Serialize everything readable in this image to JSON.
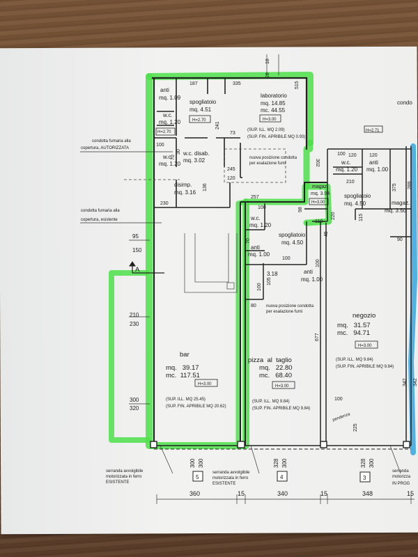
{
  "top_dims": {
    "d187": "187",
    "d335": "335",
    "d515": "515",
    "d18": "18",
    "d28": "28"
  },
  "rooms": {
    "anti_top": {
      "name": "anti",
      "mq": "mq. 1.09"
    },
    "spogliatoio_bar": {
      "name": "spogliatoio",
      "mq": "mq. 4.51",
      "h": "H=2.70"
    },
    "laboratorio": {
      "name": "laboratorio",
      "mq": "mq. 14.85",
      "mc": "mc. 44.55",
      "h": "H=3.00"
    },
    "wc_bar": {
      "name": "w.c.",
      "mq": "mq. 1.20",
      "h": "H=2.70"
    },
    "wc_bar2": {
      "name": "w.c.",
      "mq": "mq. 1.20"
    },
    "wc_disab": {
      "name": "w.c. disab.",
      "mq": "mq. 3.02"
    },
    "disimp": {
      "name": "disimp.",
      "mq": "mq. 3.16"
    },
    "magaz_center": {
      "name": "magaz.",
      "mq": "mq. 3.04",
      "h": "H=3.00"
    },
    "wc_center": {
      "name": "w.c.",
      "mq": "mq. 1.20"
    },
    "anti_center": {
      "name": "anti",
      "mq": "mq. 1.00"
    },
    "spogliatoio_center": {
      "name": "spogliatoio",
      "mq": "mq. 4.50"
    },
    "anti_center2": {
      "name": "anti",
      "mq": "mq. 1.00"
    },
    "room_318": {
      "mq": "3.18"
    },
    "wc_right": {
      "name": "w.c.",
      "mq": "mq. 1.20"
    },
    "anti_right": {
      "name": "anti",
      "mq": "mq. 1.00"
    },
    "spogliatoio_right": {
      "name": "spogliatoio",
      "mq": "mq. 4.50"
    },
    "magaz_right": {
      "name": "magaz.",
      "mq": "mq. 3.50"
    },
    "bar": {
      "name": "bar",
      "mq": "mq.   39.17",
      "mc": "mc.  117.51",
      "h": "H=3.00",
      "sup_ill": "(SUP. ILL. MQ 25.45)",
      "sup_fin": "(SUP. FIN. APRIBILE MQ 20.62)"
    },
    "pizza": {
      "name": "pizza  al  taglio",
      "mq": "mq.   22.80",
      "mc": "mc.   68.40",
      "h": "H=3.00",
      "sup_ill": "(SUP. ILL. MQ 9.84)",
      "sup_fin": "(SUP. FIN. APRIBILE MQ 9.84)"
    },
    "negozio": {
      "name": "negozio",
      "mq": "mq.   31.57",
      "mc": "mc.   94.71",
      "h": "H=3.00",
      "sup_ill": "(SUP. ILL. MQ 9.84)",
      "sup_fin": "(SUP. FIN. APRIBILE MQ 9.84)"
    },
    "lab_sup_ill": "(SUP. ILL. MQ 2.09)",
    "lab_sup_fin": "(SUP. FIN. APRIBILE MQ 0.93)",
    "h_271": "H=2.71"
  },
  "notes": {
    "condotta_aut_1": "condotta fumaria alla",
    "condotta_aut_2": "copertura, AUTORIZZATA",
    "condotta_es_1": "condotta fumaria alla",
    "condotta_es_2": "copertura, esistente",
    "nuova_1a": "nuova posizione condotta",
    "nuova_1b": "per esalazione fumi",
    "nuova_2a": "nuova posizione condotta",
    "nuova_2b": "per esalazione fumi",
    "serranda_1a": "serranda avvolgibile",
    "serranda_1b": "motorizzata in ferro",
    "serranda_1c": "ESISTENTE",
    "serranda_2a": "serranda avvolgibile",
    "serranda_2b": "motorizzata in ferro",
    "serranda_2c": "ESISTENTE",
    "serranda_3a": "serranda",
    "serranda_3b": "motorizza",
    "serranda_3c": "IN PROG",
    "condo": "condo",
    "pendenza": "pendenza",
    "section_mark": "A"
  },
  "dims": {
    "d95": "95",
    "d150": "150",
    "d210": "210",
    "d230": "230",
    "d300": "300",
    "d320": "320",
    "d100a": "100",
    "d100b": "100",
    "d100c": "100",
    "d100d": "100",
    "d100e": "100",
    "d100f": "100",
    "d70": "70",
    "d30": "30",
    "d245": "245",
    "d120a": "120",
    "d136": "136",
    "d230b": "230",
    "d241": "241",
    "d73": "73",
    "d302": "302",
    "d257": "257",
    "d98": "98",
    "d110": "110",
    "d220": "220",
    "d45": "45",
    "d70b": "70",
    "d80": "80",
    "d105": "105",
    "d677": "677",
    "d225": "225",
    "d100g": "100",
    "d120b": "120",
    "d120c": "120",
    "d210b": "210",
    "d375": "375",
    "d289": "289",
    "d115": "115",
    "d90": "90",
    "d342a": "342",
    "d342b": "342",
    "d300v": "300",
    "d300v2": "300",
    "d328": "328",
    "d300w": "300",
    "d328b": "328",
    "d300x": "300",
    "bottom_360": "360",
    "bottom_15a": "15",
    "bottom_340": "340",
    "bottom_15b": "15",
    "bottom_348": "348",
    "bottom_15c": "15"
  },
  "units": {
    "u5": "5",
    "u4": "4",
    "u3": "3"
  },
  "colors": {
    "highlight_green": "#4fe04a",
    "highlight_blue": "#35a6e0",
    "wall": "#222222"
  }
}
